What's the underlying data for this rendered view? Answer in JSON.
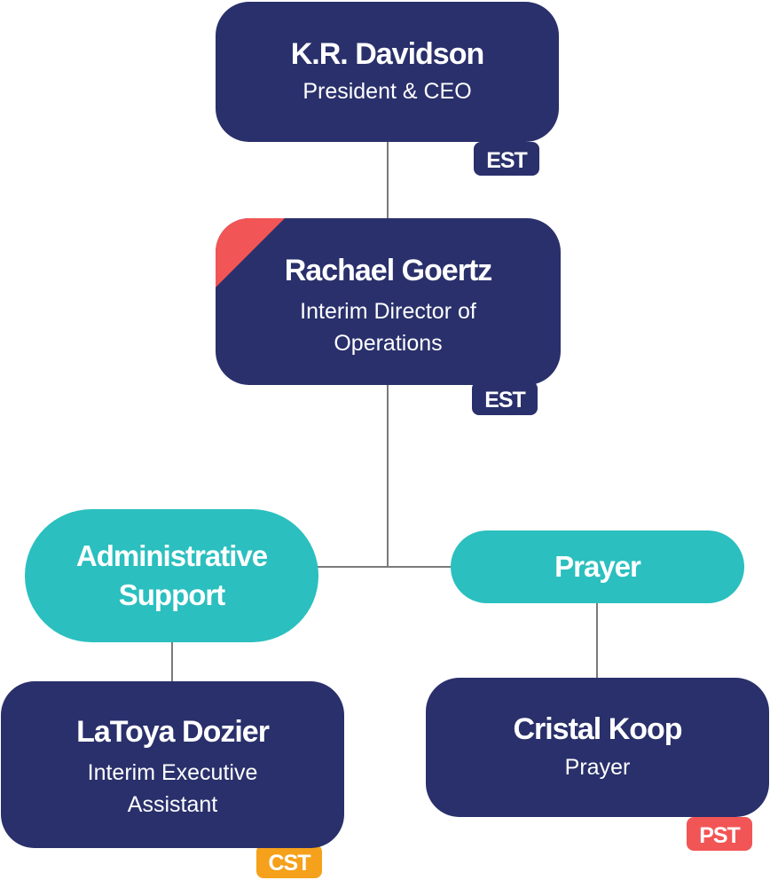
{
  "nodes": {
    "ceo": {
      "name": "K.R. Davidson",
      "role": "President & CEO",
      "tz": "EST"
    },
    "ops": {
      "name": "Rachael Goertz",
      "role_line1": "Interim Director of",
      "role_line2": "Operations",
      "tz": "EST"
    },
    "admin_support": {
      "line1": "Administrative",
      "line2": "Support"
    },
    "prayer_group": {
      "label": "Prayer"
    },
    "assistant": {
      "name": "LaToya Dozier",
      "role_line1": "Interim Executive",
      "role_line2": "Assistant",
      "tz": "CST"
    },
    "prayer": {
      "name": "Cristal Koop",
      "role": "Prayer",
      "tz": "PST"
    }
  },
  "colors": {
    "card": "#29306b",
    "pill": "#2bbfbf",
    "est": "#29306b",
    "cst": "#f5a11c",
    "pst": "#f25555",
    "corner_flag": "#f25555",
    "connector": "#7a7a7a"
  }
}
